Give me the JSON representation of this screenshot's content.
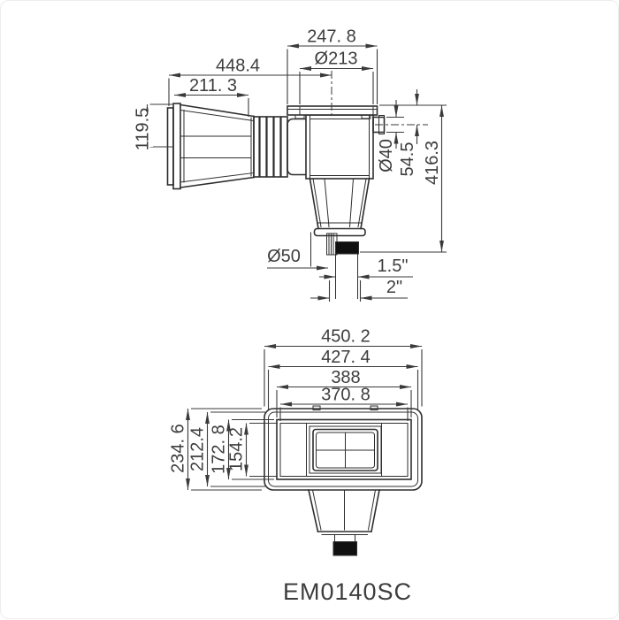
{
  "page": {
    "background": "#ffffff",
    "line_color": "#2e2e2e",
    "dim_color": "#3a3a3a",
    "text_color": "#3d3d3d",
    "pipe_fill": "#101010"
  },
  "model_label": "EM0140SC",
  "drawing_type": "pool skimmer dimensional drawing, two orthographic views",
  "side_view": {
    "name": "side-elevation",
    "dims": {
      "top_width": "247. 8",
      "lid_diameter": "Ø213",
      "total_length": "448.4",
      "throat_length": "211. 3",
      "mouth_half_height": "119.5",
      "overflow_diameter": "Ø40",
      "overflow_offset": "54.5",
      "total_height": "416.3",
      "drain_diameter": "Ø50",
      "outlet_thread": "1.5\"",
      "outlet_socket": "2\""
    }
  },
  "front_view": {
    "name": "front-plan",
    "dims": {
      "faceplate_width": "450. 2",
      "body_width": "427. 4",
      "opening_outer_width": "388",
      "opening_width": "370. 8",
      "faceplate_height": "234. 6",
      "body_height": "212.4",
      "opening_outer_height": "172. 8",
      "opening_height": "154.2"
    }
  }
}
